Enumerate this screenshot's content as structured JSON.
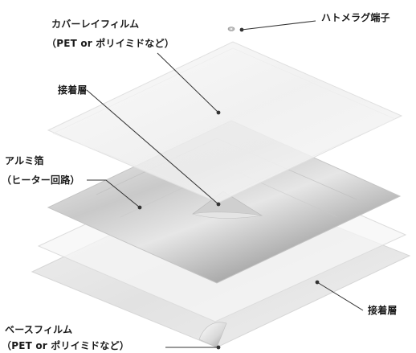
{
  "labels": {
    "cover_film_line1": "カバーレイフィルム",
    "cover_film_line2": "（PET or ポリイミドなど）",
    "terminal": "ハトメラグ端子",
    "adhesive_top": "接着層",
    "foil_line1": "アルミ箔",
    "foil_line2": "（ヒーター回路）",
    "adhesive_bottom": "接着層",
    "base_film_line1": "ベースフィルム",
    "base_film_line2": "（PET or ポリイミドなど）"
  },
  "colors": {
    "label_text": "#1a1a1a",
    "leader_line": "#333333",
    "film_fill": "#f2f2f2",
    "foil_light": "#f4f4f4",
    "foil_dark": "#a8a8a8"
  }
}
